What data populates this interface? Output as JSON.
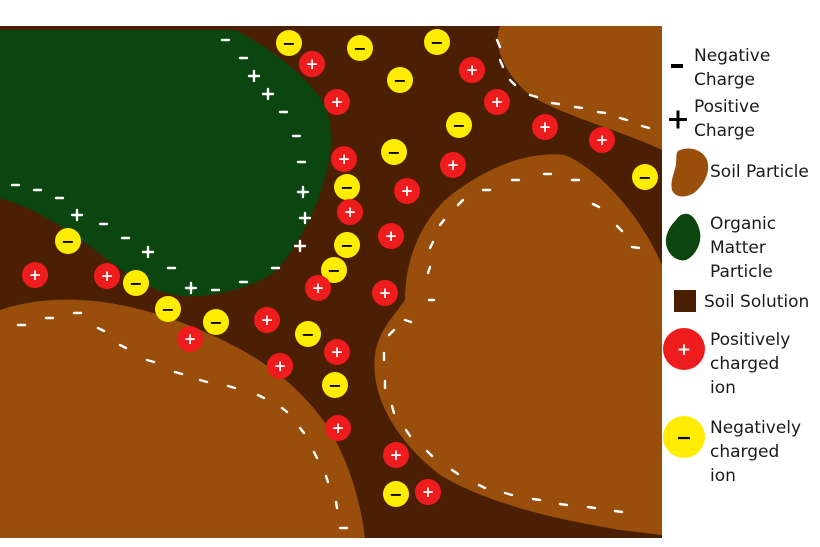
{
  "colors": {
    "soil_particle": "#9a4e0c",
    "soil_solution": "#4a1f04",
    "organic_matter": "#0b4510",
    "positive_ion": "#ee1c1c",
    "negative_ion": "#ffec00",
    "surface_charge": "#ffffff"
  },
  "legend": {
    "negative_charge": {
      "symbol": "−",
      "label": "Negative\nCharge"
    },
    "positive_charge": {
      "symbol": "+",
      "label": "Positive\nCharge"
    },
    "soil_particle": {
      "label": "Soil Particle"
    },
    "organic_matter": {
      "label": "Organic\nMatter\nParticle"
    },
    "soil_solution": {
      "label": "Soil Solution"
    },
    "positive_ion": {
      "symbol": "+",
      "label": "Positively\ncharged\nion"
    },
    "negative_ion": {
      "symbol": "−",
      "label": "Negatively\ncharged\nion"
    }
  },
  "ion_symbols": {
    "positive": "+",
    "negative": "−"
  }
}
